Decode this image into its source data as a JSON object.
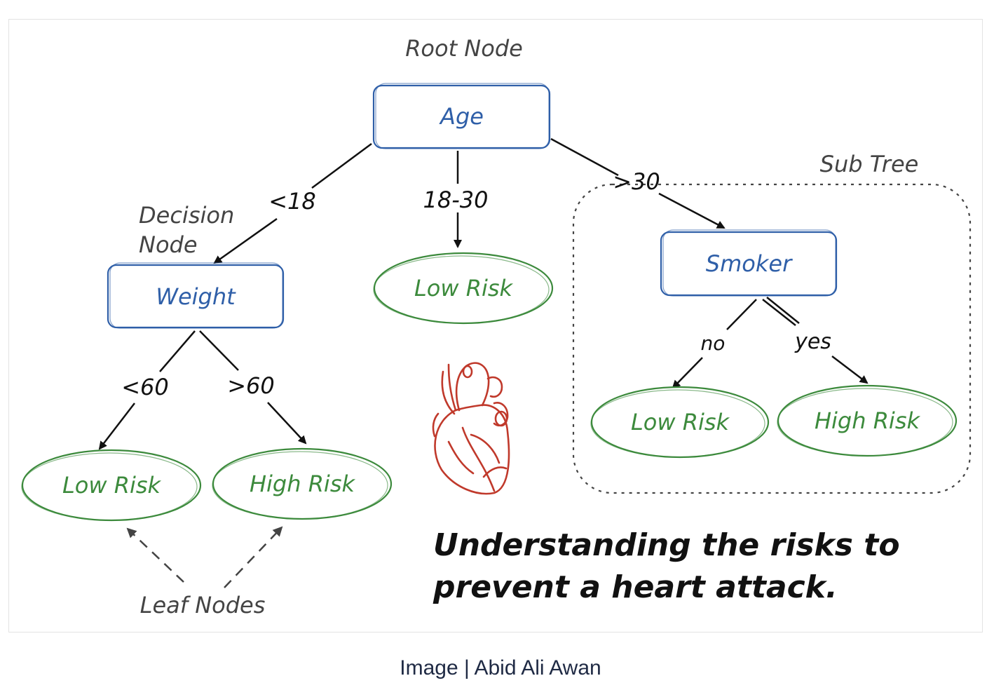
{
  "diagram": {
    "title_annotation": "Root Node",
    "decision_annotation_line1": "Decision",
    "decision_annotation_line2": "Node",
    "subtree_annotation": "Sub Tree",
    "leaf_annotation": "Leaf Nodes",
    "nodes": {
      "age": "Age",
      "weight": "Weight",
      "smoker": "Smoker",
      "mid_leaf": "Low Risk",
      "weight_low": "Low Risk",
      "weight_high": "High Risk",
      "smoker_low": "Low Risk",
      "smoker_high": "High Risk"
    },
    "edges": {
      "age_lt18": "<18",
      "age_18_30": "18-30",
      "age_gt30": ">30",
      "weight_lt60": "<60",
      "weight_gt60": ">60",
      "smoker_no": "no",
      "smoker_yes": "yes"
    },
    "tagline_line1": "Understanding the risks to",
    "tagline_line2": "prevent a heart attack.",
    "heart_icon": "anatomical-heart-icon",
    "colors": {
      "decision_node": "#2f5fa8",
      "leaf_node": "#3c8a3c",
      "annotation": "#444444",
      "heart": "#c0392b",
      "ink": "#111111"
    }
  },
  "caption": "Image | Abid Ali Awan"
}
